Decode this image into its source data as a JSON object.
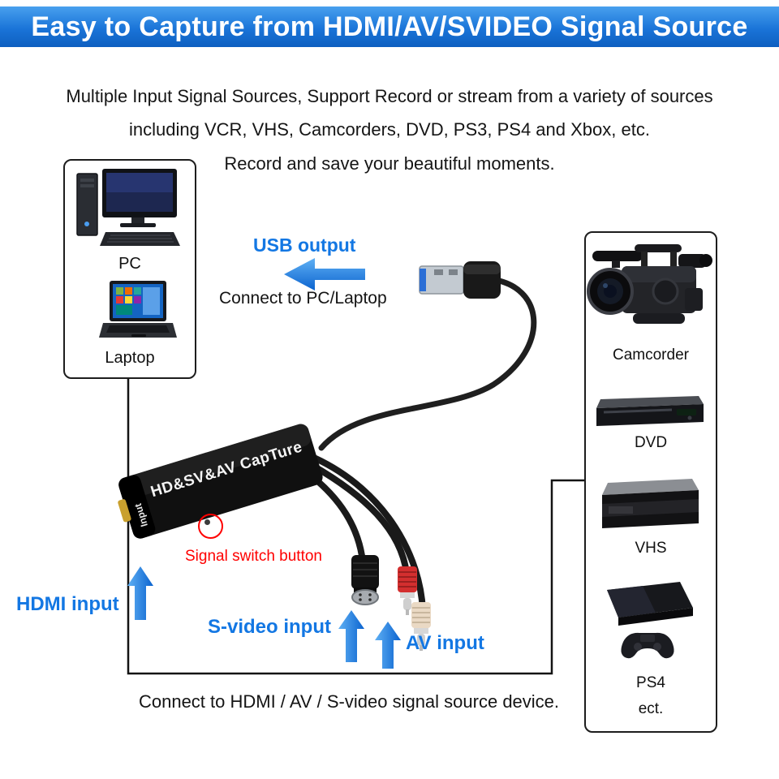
{
  "banner": {
    "title": "Easy to Capture from HDMI/AV/SVIDEO Signal Source"
  },
  "intro": {
    "line1": "Multiple Input Signal Sources, Support Record or stream from a variety of sources",
    "line2": "including VCR, VHS, Camcorders, DVD, PS3, PS4 and Xbox, etc.",
    "line3": "Record and save your beautiful moments."
  },
  "left_panel": {
    "items": [
      {
        "icon": "desktop-pc-icon",
        "label": "PC"
      },
      {
        "icon": "laptop-icon",
        "label": "Laptop"
      }
    ]
  },
  "usb": {
    "label": "USB output",
    "subtitle": "Connect to PC/Laptop"
  },
  "device": {
    "body_text": "HD&SV&AV CapTure",
    "port_text": "Input",
    "switch_label": "Signal switch button"
  },
  "inputs": {
    "hdmi_label": "HDMI input",
    "svideo_label": "S-video input",
    "av_label": "AV input"
  },
  "bottom_caption": "Connect to HDMI / AV / S-video signal source device.",
  "right_panel": {
    "items": [
      {
        "icon": "camcorder-icon",
        "label": "Camcorder"
      },
      {
        "icon": "dvd-player-icon",
        "label": "DVD"
      },
      {
        "icon": "vhs-tape-icon",
        "label": "VHS"
      },
      {
        "icon": "ps4-console-icon",
        "label": "PS4"
      }
    ],
    "footer": "ect."
  },
  "colors": {
    "banner_blue": "#1a74d8",
    "accent_blue": "#1377e3",
    "alert_red": "#ff0000",
    "wire_black": "#1a1a1a"
  }
}
